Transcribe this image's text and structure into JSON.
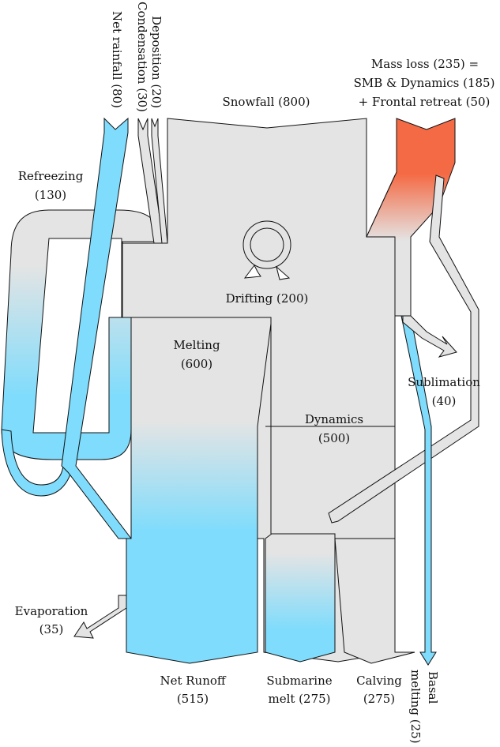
{
  "colors": {
    "ice": "#e4e4e4",
    "water": "#7fdcfc",
    "loss": "#f46a44",
    "outline": "#111111"
  },
  "labels": {
    "net_rainfall": "Net rainfall (80)",
    "condensation": "Condensation (30)",
    "deposition": "Deposition (20)",
    "snowfall": "Snowfall (800)",
    "mass_loss_1": "Mass loss (235) =",
    "mass_loss_2": "SMB & Dynamics (185)",
    "mass_loss_3": "+ Frontal retreat (50)",
    "refreezing_1": "Refreezing",
    "refreezing_2": "(130)",
    "drifting": "Drifting (200)",
    "melting_1": "Melting",
    "melting_2": "(600)",
    "sublimation_1": "Sublimation",
    "sublimation_2": "(40)",
    "dynamics_1": "Dynamics",
    "dynamics_2": "(500)",
    "evaporation_1": "Evaporation",
    "evaporation_2": "(35)",
    "net_runoff_1": "Net Runoff",
    "net_runoff_2": "(515)",
    "submarine_1": "Submarine",
    "submarine_2": "melt (275)",
    "calving_1": "Calving",
    "calving_2": "(275)",
    "basal_1": "Basal",
    "basal_2": "melting (25)"
  },
  "icons": {
    "drifting": "circular-arrow-icon"
  }
}
